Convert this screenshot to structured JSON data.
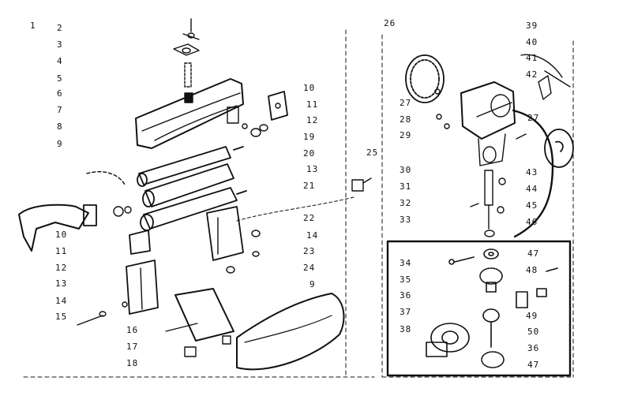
{
  "diagram": {
    "ink_color": "#111111",
    "paper_color": "#ffffff",
    "callouts": [
      {
        "id": "n1",
        "text": "1"
      },
      {
        "id": "n2",
        "text": "2"
      },
      {
        "id": "n3",
        "text": "3"
      },
      {
        "id": "n4",
        "text": "4"
      },
      {
        "id": "n5",
        "text": "5"
      },
      {
        "id": "n6",
        "text": "6"
      },
      {
        "id": "n7",
        "text": "7"
      },
      {
        "id": "n8",
        "text": "8"
      },
      {
        "id": "n9",
        "text": "9"
      },
      {
        "id": "n10a",
        "text": "10"
      },
      {
        "id": "n11a",
        "text": "11"
      },
      {
        "id": "n12a",
        "text": "12"
      },
      {
        "id": "n19",
        "text": "19"
      },
      {
        "id": "n20",
        "text": "20"
      },
      {
        "id": "n13a",
        "text": "13"
      },
      {
        "id": "n21",
        "text": "21"
      },
      {
        "id": "n25",
        "text": "25"
      },
      {
        "id": "n22",
        "text": "22"
      },
      {
        "id": "n14a",
        "text": "14"
      },
      {
        "id": "n23",
        "text": "23"
      },
      {
        "id": "n24",
        "text": "24"
      },
      {
        "id": "n9b",
        "text": "9"
      },
      {
        "id": "n10b",
        "text": "10"
      },
      {
        "id": "n11b",
        "text": "11"
      },
      {
        "id": "n12b",
        "text": "12"
      },
      {
        "id": "n13b",
        "text": "13"
      },
      {
        "id": "n14b",
        "text": "14"
      },
      {
        "id": "n15",
        "text": "15"
      },
      {
        "id": "n16",
        "text": "16"
      },
      {
        "id": "n17",
        "text": "17"
      },
      {
        "id": "n18",
        "text": "18"
      },
      {
        "id": "n26",
        "text": "26"
      },
      {
        "id": "n39",
        "text": "39"
      },
      {
        "id": "n40",
        "text": "40"
      },
      {
        "id": "n41",
        "text": "41"
      },
      {
        "id": "n42",
        "text": "42"
      },
      {
        "id": "n27a",
        "text": "27"
      },
      {
        "id": "n28",
        "text": "28"
      },
      {
        "id": "n29",
        "text": "29"
      },
      {
        "id": "n27b",
        "text": "27"
      },
      {
        "id": "n30",
        "text": "30"
      },
      {
        "id": "n31",
        "text": "31"
      },
      {
        "id": "n32",
        "text": "32"
      },
      {
        "id": "n33",
        "text": "33"
      },
      {
        "id": "n43",
        "text": "43"
      },
      {
        "id": "n44",
        "text": "44"
      },
      {
        "id": "n45",
        "text": "45"
      },
      {
        "id": "n46",
        "text": "46"
      },
      {
        "id": "n34",
        "text": "34"
      },
      {
        "id": "n35",
        "text": "35"
      },
      {
        "id": "n36a",
        "text": "36"
      },
      {
        "id": "n37",
        "text": "37"
      },
      {
        "id": "n38",
        "text": "38"
      },
      {
        "id": "n47a",
        "text": "47"
      },
      {
        "id": "n48",
        "text": "48"
      },
      {
        "id": "n49",
        "text": "49"
      },
      {
        "id": "n50",
        "text": "50"
      },
      {
        "id": "n36b",
        "text": "36"
      },
      {
        "id": "n47b",
        "text": "47"
      }
    ]
  }
}
